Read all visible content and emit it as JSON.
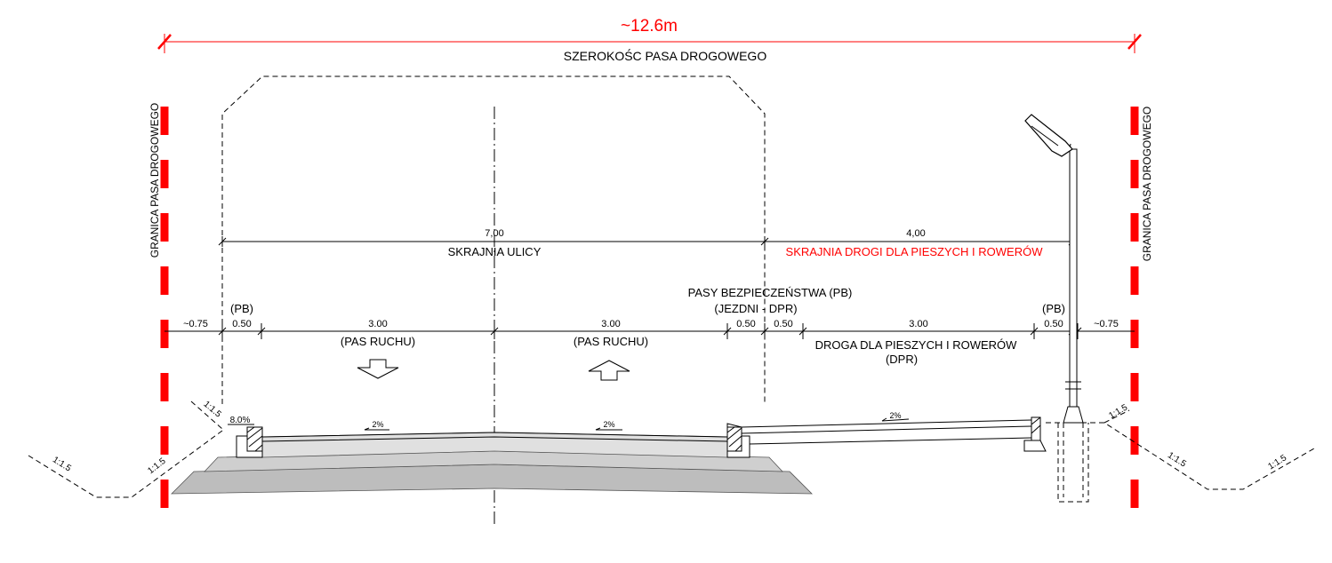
{
  "colors": {
    "boundary": "#ff0000",
    "line": "#000000",
    "layer": "#c8c8c8"
  },
  "overall": {
    "width": "~12.6m",
    "title": "SZEROKOŚC PASA DROGOWEGO"
  },
  "boundary_label": "GRANICA PASA DROGOWEGO",
  "clearance": {
    "street_value": "7,00",
    "street_label": "SKRAJNIA ULICY",
    "path_value": "4,00",
    "path_label": "SKRAJNIA DROGI DLA PIESZYCH I ROWERÓW"
  },
  "safety_strips": {
    "line1": "PASY BEZPIECZEŃSTWA (PB)",
    "line2": "(JEZDNI - DPR)"
  },
  "dimensions": {
    "left_margin": "~0.75",
    "pb_label": "(PB)",
    "pb_left": "0.50",
    "lane1": "3.00",
    "lane1_label": "(PAS RUCHU)",
    "lane2": "3.00",
    "lane2_label": "(PAS RUCHU)",
    "pb_mid1": "0.50",
    "pb_mid2": "0.50",
    "dpr": "3.00",
    "dpr_label": "DROGA DLA PIESZYCH I ROWERÓW",
    "dpr_abbr": "(DPR)",
    "pb_right_label": "(PB)",
    "pb_right": "0.50",
    "right_margin": "~0.75"
  },
  "slopes": {
    "curb_slope": "8.0%",
    "lane1_slope": "2%",
    "lane2_slope": "2%",
    "path_slope": "2%",
    "embankment_left_top": "1:1.5",
    "embankment_left_mid": "1:1.5",
    "embankment_left_far": "1:1.5",
    "embankment_right_top": "1:1.5",
    "embankment_right_mid": "1:1.5",
    "embankment_right_far": "1:1.5"
  },
  "icons": [
    "lane-direction-down-icon",
    "lane-direction-up-icon",
    "street-lamp-icon"
  ]
}
